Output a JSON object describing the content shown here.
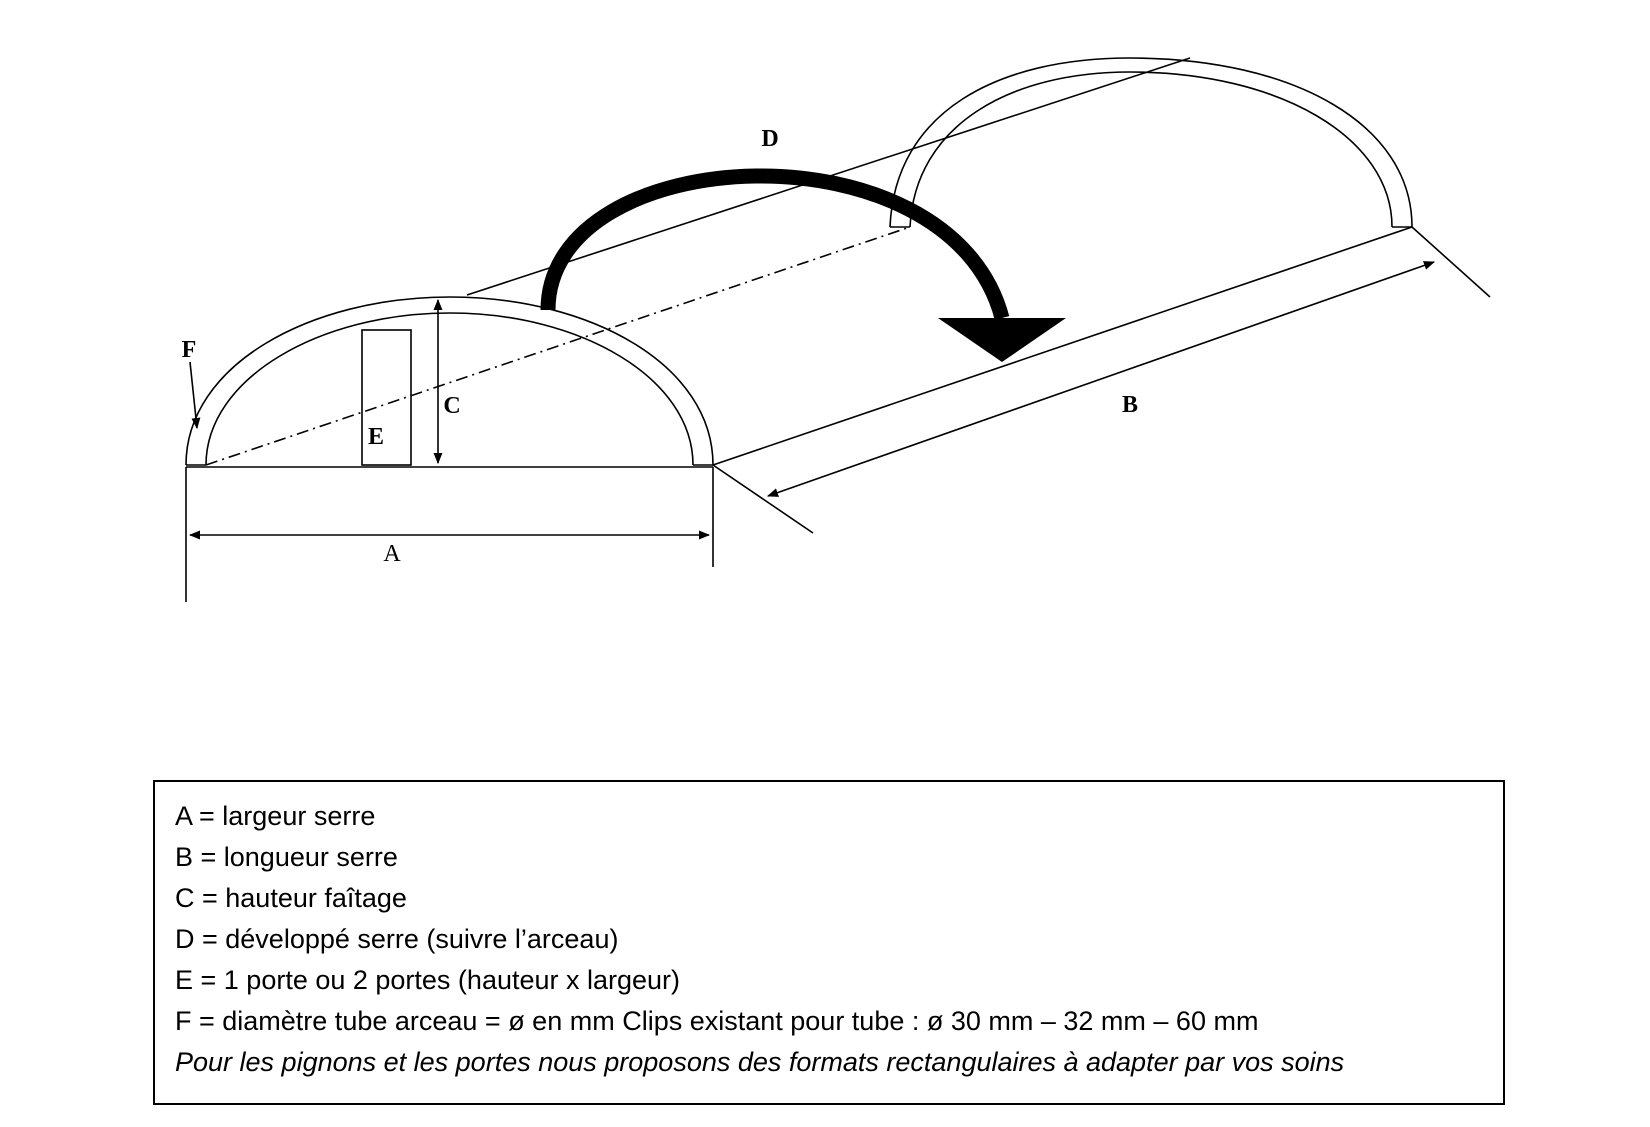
{
  "diagram": {
    "labels": {
      "A": "A",
      "B": "B",
      "C": "C",
      "D": "D",
      "E": "E",
      "F": "F"
    }
  },
  "legend": {
    "items": [
      "A = largeur serre",
      "B = longueur serre",
      "C = hauteur faîtage",
      "D = développé serre (suivre l’arceau)",
      "E = 1 porte ou 2 portes (hauteur x largeur)",
      "F = diamètre tube arceau = ø en mm Clips existant pour tube : ø 30 mm – 32 mm – 60 mm"
    ],
    "note": "Pour les pignons et les portes nous proposons des formats rectangulaires à adapter par vos soins"
  }
}
